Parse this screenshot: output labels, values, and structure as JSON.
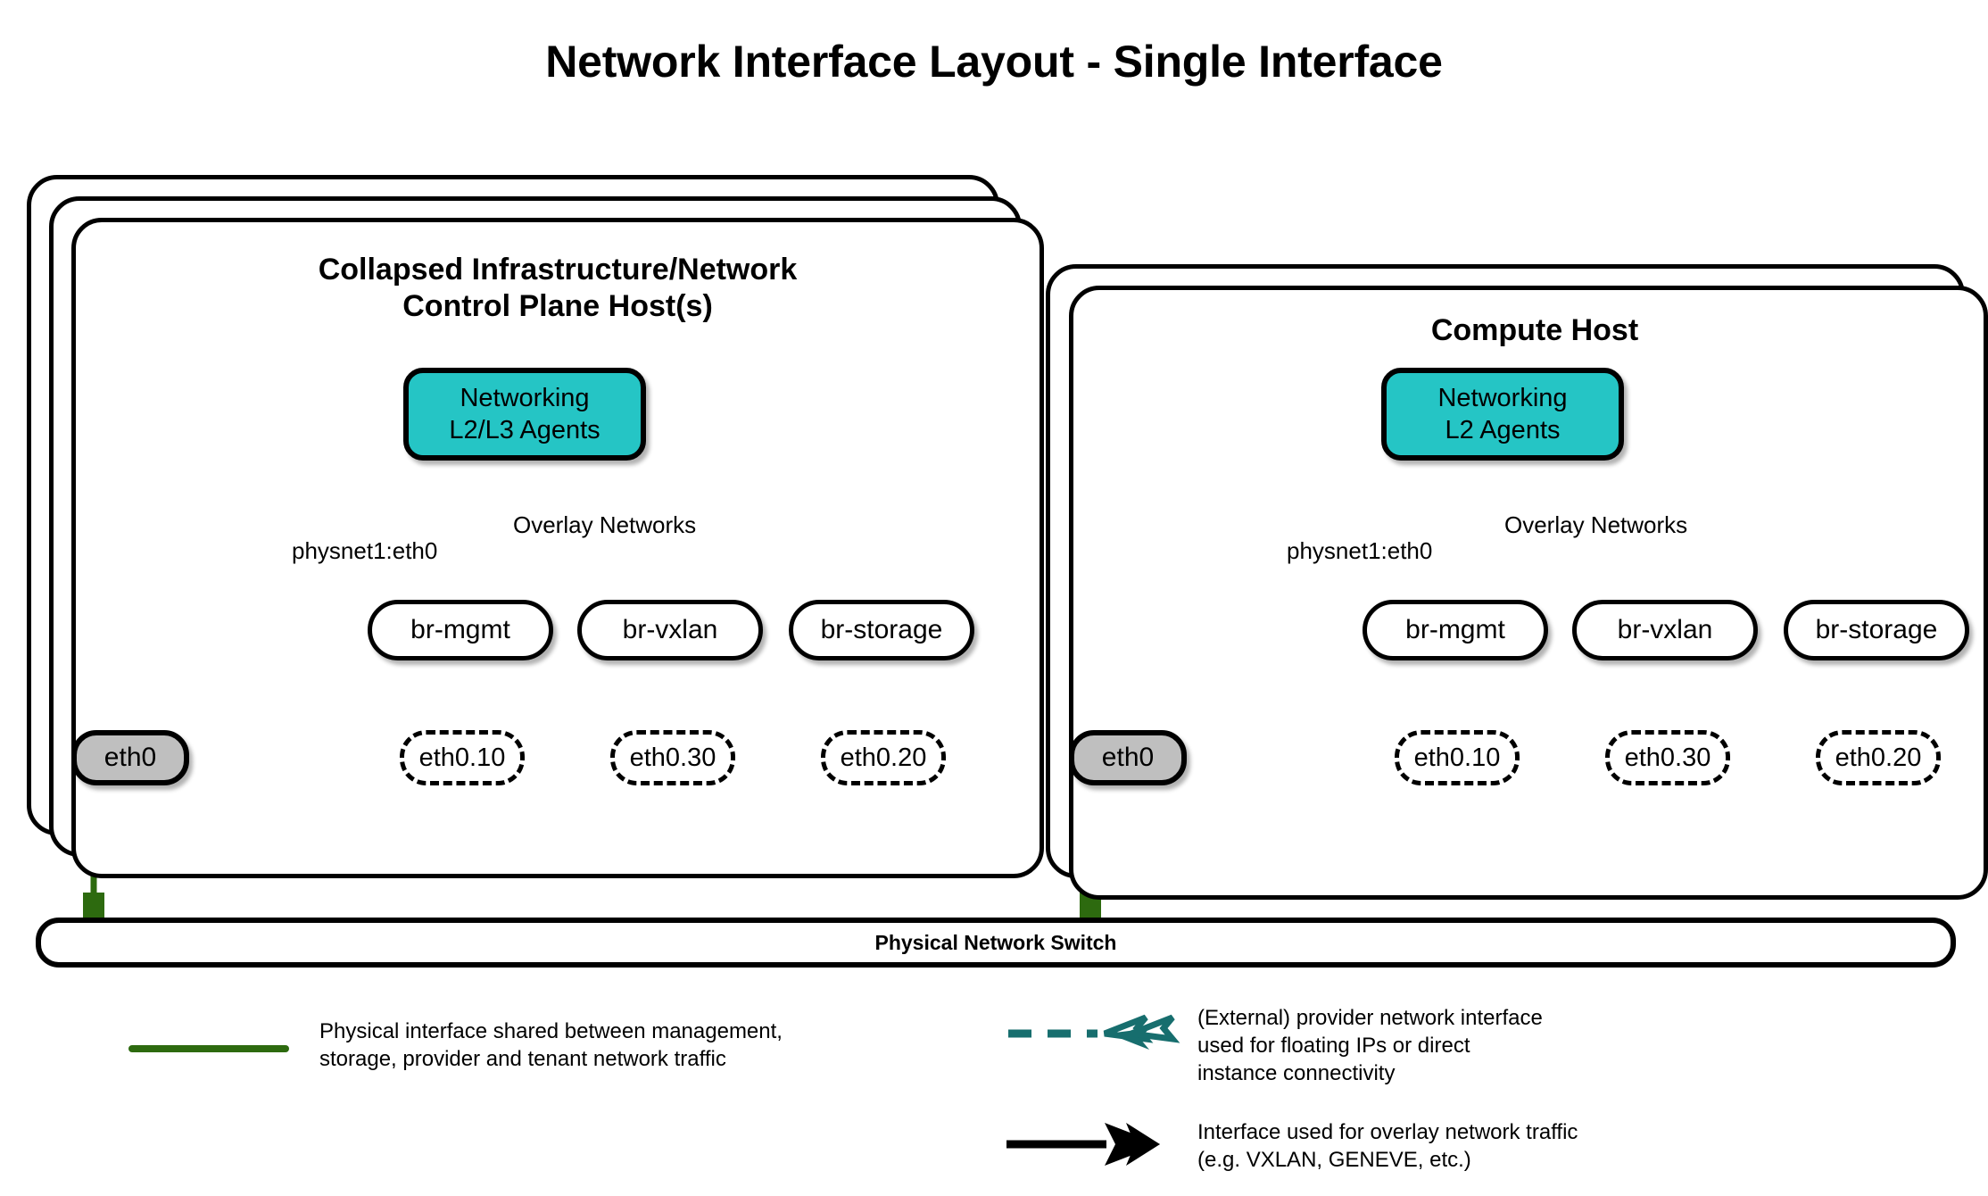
{
  "title": "Network Interface Layout - Single Interface",
  "colors": {
    "agent_fill": "#25C5C5",
    "nic_fill": "#BFBFBF",
    "provider_link": "#176E6E",
    "physical_link": "#2D6A0F",
    "outline": "#000000"
  },
  "hosts": [
    {
      "id": "control-plane",
      "title": "Collapsed Infrastructure/Network\nControl Plane Host(s)",
      "title_line1": "Collapsed Infrastructure/Network",
      "title_line2": "Control Plane Host(s)",
      "stack_layers": 3,
      "agent": {
        "line1": "Networking",
        "line2": "L2/L3 Agents"
      },
      "provider_label": "physnet1:eth0",
      "overlay_label": "Overlay Networks",
      "nic": "eth0",
      "bridges": [
        "br-mgmt",
        "br-vxlan",
        "br-storage"
      ],
      "vlans": [
        "eth0.10",
        "eth0.30",
        "eth0.20"
      ]
    },
    {
      "id": "compute",
      "title": "Compute Host",
      "title_line1": "Compute Host",
      "title_line2": "",
      "stack_layers": 2,
      "agent": {
        "line1": "Networking",
        "line2": "L2 Agents"
      },
      "provider_label": "physnet1:eth0",
      "overlay_label": "Overlay Networks",
      "nic": "eth0",
      "bridges": [
        "br-mgmt",
        "br-vxlan",
        "br-storage"
      ],
      "vlans": [
        "eth0.10",
        "eth0.30",
        "eth0.20"
      ]
    }
  ],
  "switch": {
    "label": "Physical Network Switch"
  },
  "legend": [
    {
      "id": "physical-interface",
      "marker": "solid-green-line",
      "text": "Physical interface shared between management,\nstorage, provider and tenant network traffic"
    },
    {
      "id": "provider-network",
      "marker": "dashed-teal-double-arrow",
      "text": "(External) provider network interface\nused for floating IPs or direct\ninstance connectivity"
    },
    {
      "id": "overlay-network",
      "marker": "solid-black-double-arrow",
      "text": "Interface used for overlay network traffic\n(e.g. VXLAN, GENEVE, etc.)"
    }
  ]
}
